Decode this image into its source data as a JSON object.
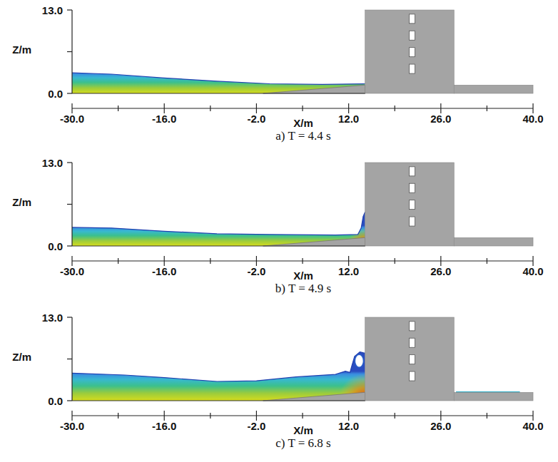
{
  "diagram": {
    "labels": [
      "13.0",
      "Z/m",
      "0.0",
      "-30.0",
      "-16.0",
      "-2.0",
      "12.0",
      "26.0",
      "40.0",
      "X/m",
      "a) T = 4.4 s",
      "13.0",
      "Z/m",
      "0.0",
      "-30.0",
      "-16.0",
      "-2.0",
      "12.0",
      "26.0",
      "40.0",
      "X/m",
      "b) T = 4.9 s",
      "13.0",
      "Z/m",
      "0.0",
      "-30.0",
      "-16.0",
      "-2.0",
      "12.0",
      "26.0",
      "40.0",
      "X/m",
      "c) T = 6.8 s"
    ]
  }
}
